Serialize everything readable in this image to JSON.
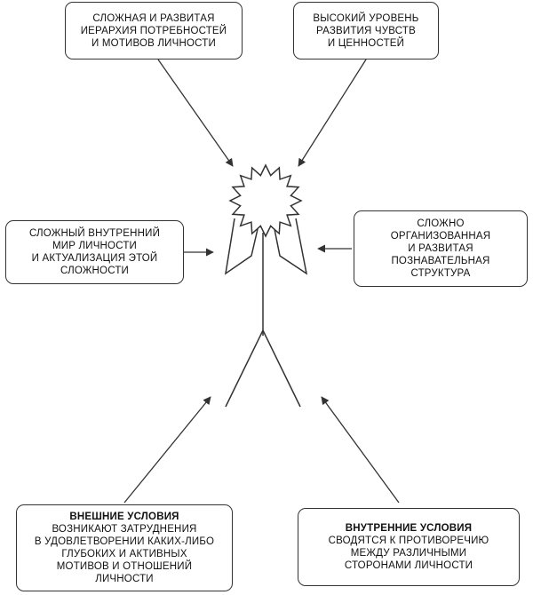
{
  "boxes": {
    "top_left": [
      "СЛОЖНАЯ И РАЗВИТАЯ",
      "ИЕРАРХИЯ ПОТРЕБНОСТЕЙ",
      "И МОТИВОВ ЛИЧНОСТИ"
    ],
    "top_right": [
      "ВЫСОКИЙ УРОВЕНЬ",
      "РАЗВИТИЯ ЧУВСТВ",
      "И ЦЕННОСТЕЙ"
    ],
    "mid_left": [
      "СЛОЖНЫЙ ВНУТРЕННИЙ",
      "МИР ЛИЧНОСТИ",
      "И АКТУАЛИЗАЦИЯ ЭТОЙ",
      "СЛОЖНОСТИ"
    ],
    "mid_right": [
      "СЛОЖНО",
      "ОРГАНИЗОВАННАЯ",
      "И РАЗВИТАЯ",
      "ПОЗНАВАТЕЛЬНАЯ",
      "СТРУКТУРА"
    ],
    "bottom_left": {
      "title": "ВНЕШНИЕ УСЛОВИЯ",
      "lines": [
        "ВОЗНИКАЮТ ЗАТРУДНЕНИЯ",
        "В УДОВЛЕТВОРЕНИИ КАКИХ-ЛИБО",
        "ГЛУБОКИХ И АКТИВНЫХ",
        "МОТИВОВ И ОТНОШЕНИЙ",
        "ЛИЧНОСТИ"
      ]
    },
    "bottom_right": {
      "title": "ВНУТРЕННИЕ УСЛОВИЯ",
      "lines": [
        "СВОДЯТСЯ К ПРОТИВОРЕЧИЮ",
        "МЕЖДУ РАЗЛИЧНЫМИ",
        "СТОРОНАМИ ЛИЧНОСТИ"
      ]
    }
  },
  "colors": {
    "stroke": "#333333",
    "text": "#111111",
    "background": "#ffffff"
  }
}
